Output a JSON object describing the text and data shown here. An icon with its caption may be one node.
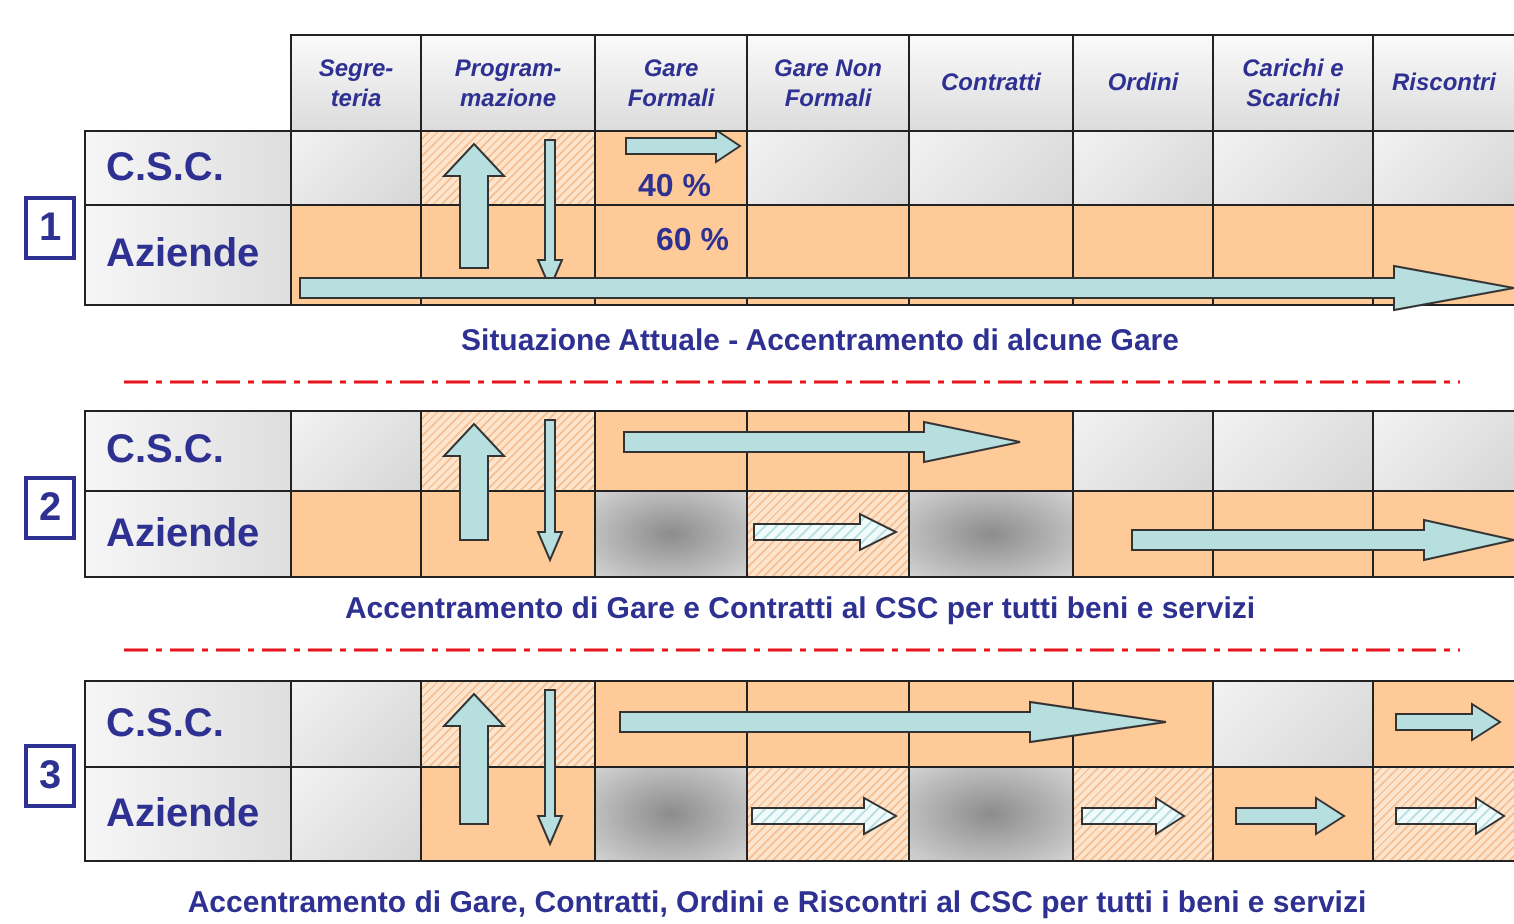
{
  "diagram": {
    "nodes": [
      {
        "text": [
          "1"
        ]
      },
      {
        "text": [
          "2"
        ]
      },
      {
        "text": [
          "3"
        ]
      }
    ],
    "edges": [],
    "labels": [
      "Segre- teria",
      "Program- mazione",
      "Gare Formali",
      "Gare Non Formali",
      "Contratti",
      "Ordini",
      "Carichi e Scarichi",
      "Riscontri",
      "C.S.C.",
      "40 %",
      "Aziende",
      "60 %",
      "Situazione Attuale - Accentramento di alcune Gare",
      "C.S.C.",
      "Aziende",
      "Accentramento di Gare e Contratti al CSC per tutti beni e servizi",
      "C.S.C.",
      "Aziende",
      "Accentramento di Gare, Contratti, Ordini e Riscontri al CSC per tutti i beni e servizi"
    ]
  }
}
